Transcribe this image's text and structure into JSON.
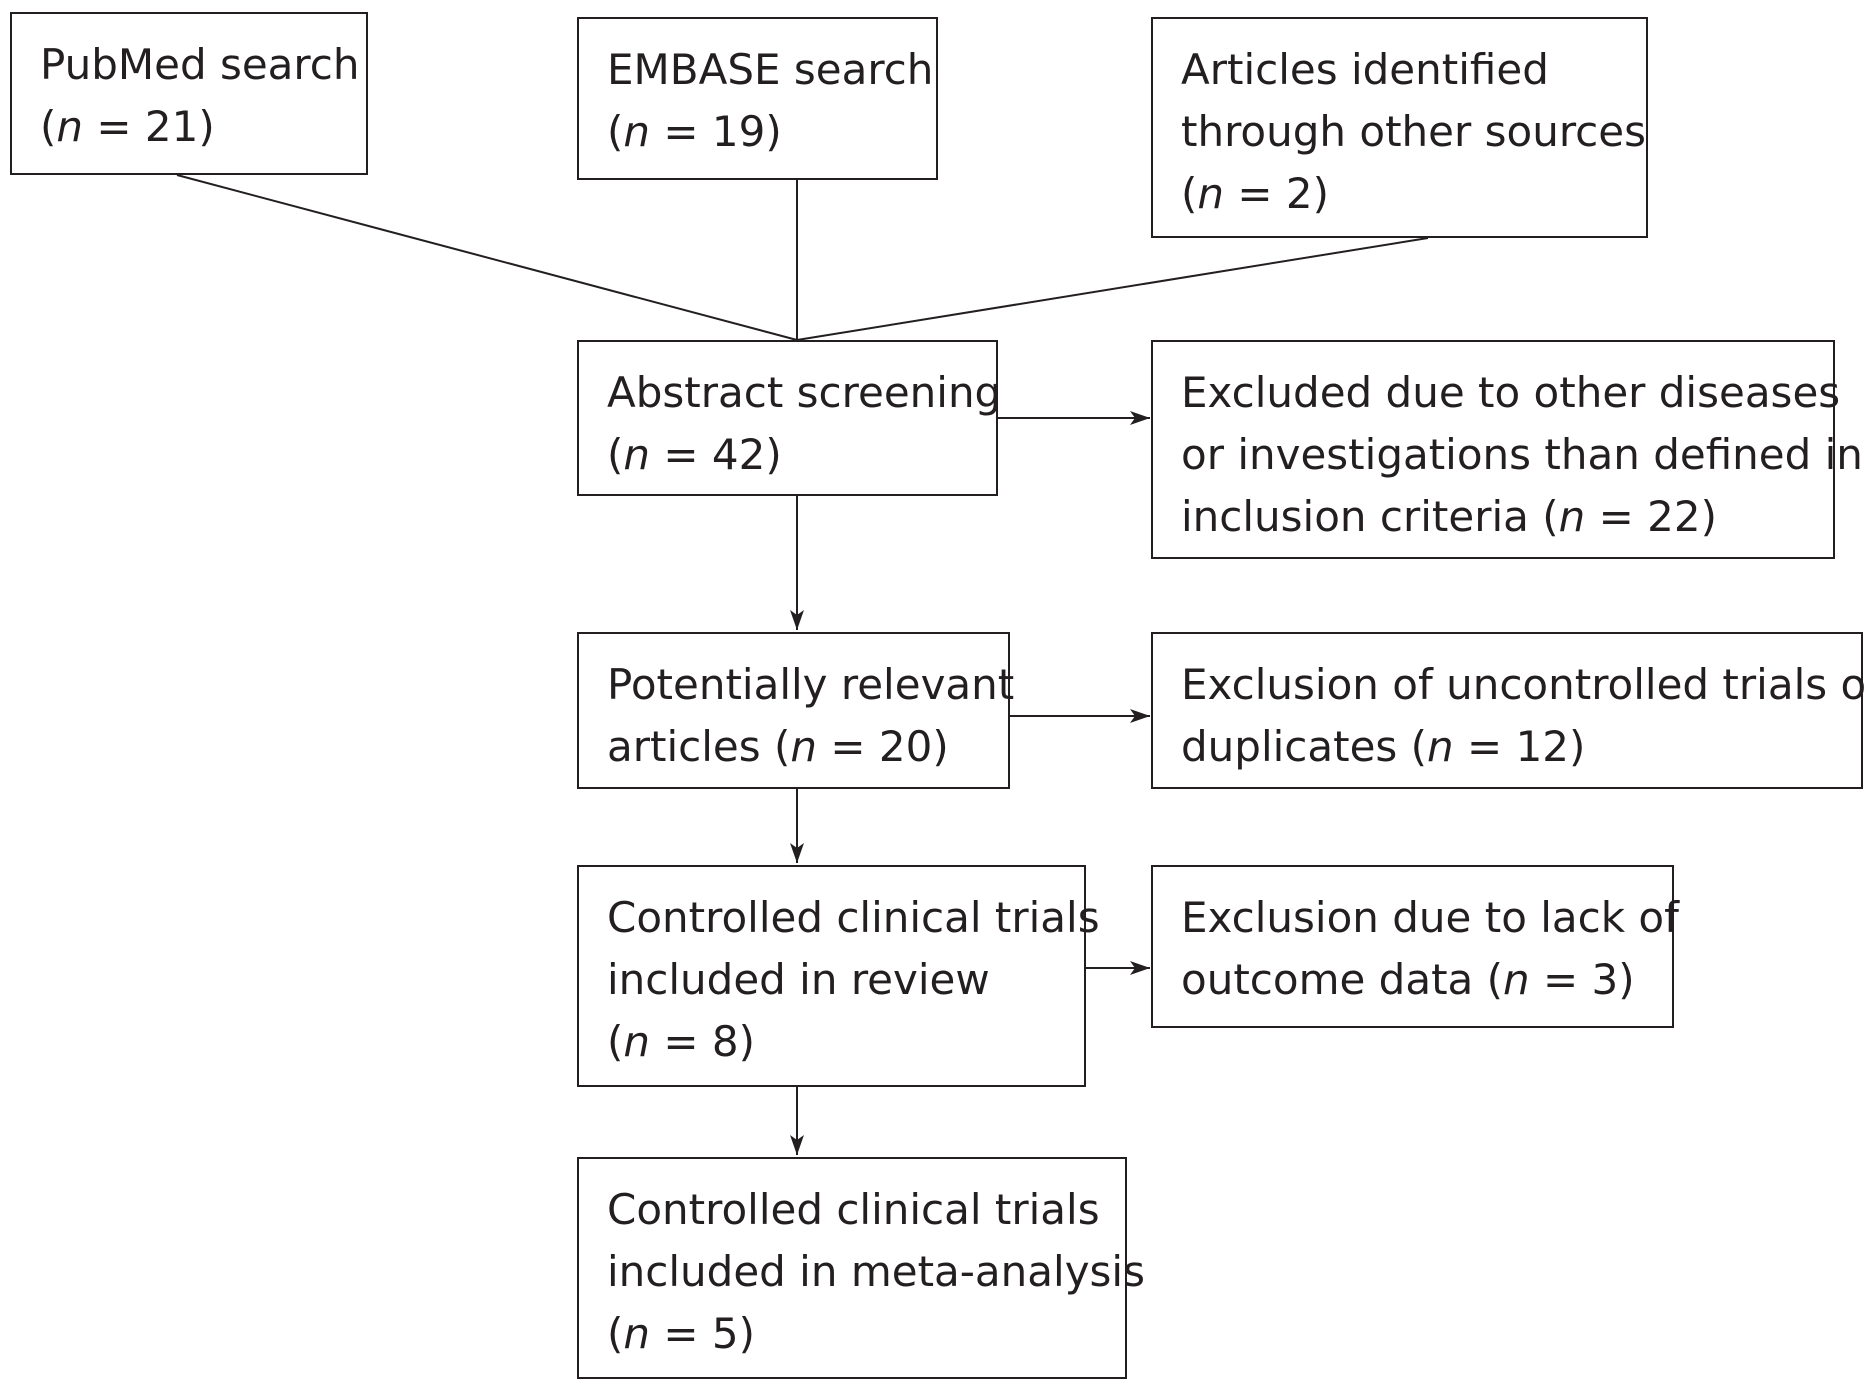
{
  "diagram": {
    "stroke_color": "#231f20",
    "nodes": {
      "pubmed": {
        "lines": [
          [
            {
              "t": "PubMed search"
            }
          ],
          [
            {
              "t": "("
            },
            {
              "t": "n",
              "i": true
            },
            {
              "t": " = 21)"
            }
          ]
        ]
      },
      "embase": {
        "lines": [
          [
            {
              "t": "EMBASE search"
            }
          ],
          [
            {
              "t": "("
            },
            {
              "t": "n",
              "i": true
            },
            {
              "t": " = 19)"
            }
          ]
        ]
      },
      "other_sources": {
        "lines": [
          [
            {
              "t": "Articles identified"
            }
          ],
          [
            {
              "t": "through other sources"
            }
          ],
          [
            {
              "t": "("
            },
            {
              "t": "n",
              "i": true
            },
            {
              "t": " = 2)"
            }
          ]
        ]
      },
      "abstract_screening": {
        "lines": [
          [
            {
              "t": "Abstract screening"
            }
          ],
          [
            {
              "t": "("
            },
            {
              "t": "n",
              "i": true
            },
            {
              "t": " = 42)"
            }
          ]
        ]
      },
      "excluded_diseases": {
        "lines": [
          [
            {
              "t": "Excluded due to other diseases"
            }
          ],
          [
            {
              "t": "or investigations than defined in"
            }
          ],
          [
            {
              "t": "inclusion criteria ("
            },
            {
              "t": "n",
              "i": true
            },
            {
              "t": " = 22)"
            }
          ]
        ]
      },
      "potentially_relevant": {
        "lines": [
          [
            {
              "t": "Potentially relevant"
            }
          ],
          [
            {
              "t": "articles ("
            },
            {
              "t": "n",
              "i": true
            },
            {
              "t": " = 20)"
            }
          ]
        ]
      },
      "excluded_uncontrolled": {
        "lines": [
          [
            {
              "t": "Exclusion of uncontrolled trials or"
            }
          ],
          [
            {
              "t": "duplicates ("
            },
            {
              "t": "n",
              "i": true
            },
            {
              "t": " = 12)"
            }
          ]
        ]
      },
      "trials_review": {
        "lines": [
          [
            {
              "t": "Controlled clinical trials"
            }
          ],
          [
            {
              "t": "included in review"
            }
          ],
          [
            {
              "t": "("
            },
            {
              "t": "n",
              "i": true
            },
            {
              "t": " = 8)"
            }
          ]
        ]
      },
      "excluded_outcome": {
        "lines": [
          [
            {
              "t": "Exclusion due to lack of"
            }
          ],
          [
            {
              "t": "outcome data ("
            },
            {
              "t": "n",
              "i": true
            },
            {
              "t": " = 3)"
            }
          ]
        ]
      },
      "trials_meta": {
        "lines": [
          [
            {
              "t": "Controlled clinical trials"
            }
          ],
          [
            {
              "t": "included in meta-analysis"
            }
          ],
          [
            {
              "t": "("
            },
            {
              "t": "n",
              "i": true
            },
            {
              "t": " = 5)"
            }
          ]
        ]
      }
    },
    "edges": [
      {
        "from": "pubmed",
        "to": "abstract_screening",
        "arrow": false
      },
      {
        "from": "embase",
        "to": "abstract_screening",
        "arrow": false
      },
      {
        "from": "other_sources",
        "to": "abstract_screening",
        "arrow": false
      },
      {
        "from": "abstract_screening",
        "to": "excluded_diseases",
        "arrow": true
      },
      {
        "from": "abstract_screening",
        "to": "potentially_relevant",
        "arrow": true
      },
      {
        "from": "potentially_relevant",
        "to": "excluded_uncontrolled",
        "arrow": true
      },
      {
        "from": "potentially_relevant",
        "to": "trials_review",
        "arrow": true
      },
      {
        "from": "trials_review",
        "to": "excluded_outcome",
        "arrow": true
      },
      {
        "from": "trials_review",
        "to": "trials_meta",
        "arrow": true
      }
    ]
  }
}
